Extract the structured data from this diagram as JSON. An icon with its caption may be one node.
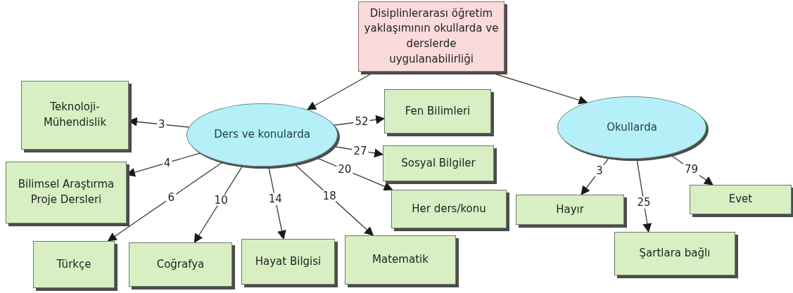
{
  "diagram": {
    "nodes": [
      {
        "text": [
          "Disiplinlerarası öğretim yaklaşımının okullarda ve derslerde  uygulanabilirliği"
        ]
      },
      {
        "text": [
          "Ders ve konularda"
        ]
      },
      {
        "text": [
          "Okullarda"
        ]
      },
      {
        "text": [
          "Teknoloji- Mühendislik"
        ]
      },
      {
        "text": [
          "Bilimsel Araştırma Proje Dersleri"
        ]
      },
      {
        "text": [
          "Türkçe"
        ]
      },
      {
        "text": [
          "Coğrafya"
        ]
      },
      {
        "text": [
          "Hayat Bilgisi"
        ]
      },
      {
        "text": [
          "Matematik"
        ]
      },
      {
        "text": [
          "Fen Bilimleri"
        ]
      },
      {
        "text": [
          "Sosyal Bilgiler"
        ]
      },
      {
        "text": [
          "Her ders/konu"
        ]
      },
      {
        "text": [
          "Hayır"
        ]
      },
      {
        "text": [
          "Evet"
        ]
      },
      {
        "text": [
          "Şartlara bağlı"
        ]
      }
    ],
    "edges": [
      {
        "from": 0,
        "to": 1,
        "arrow": "to"
      },
      {
        "from": 0,
        "to": 2,
        "arrow": "to"
      },
      {
        "from": 1,
        "to": 3,
        "arrow": "to",
        "label": "3"
      },
      {
        "from": 1,
        "to": 4,
        "arrow": "to",
        "label": "4"
      },
      {
        "from": 1,
        "to": 5,
        "arrow": "to",
        "label": "6"
      },
      {
        "from": 1,
        "to": 6,
        "arrow": "to",
        "label": "10"
      },
      {
        "from": 1,
        "to": 7,
        "arrow": "to",
        "label": "14"
      },
      {
        "from": 1,
        "to": 8,
        "arrow": "to",
        "label": "18"
      },
      {
        "from": 1,
        "to": 9,
        "arrow": "to",
        "label": "52"
      },
      {
        "from": 1,
        "to": 10,
        "arrow": "to",
        "label": "27"
      },
      {
        "from": 1,
        "to": 11,
        "arrow": "to",
        "label": "20"
      },
      {
        "from": 2,
        "to": 12,
        "arrow": "to",
        "label": "3"
      },
      {
        "from": 2,
        "to": 14,
        "arrow": "to",
        "label": "25"
      },
      {
        "from": 2,
        "to": 13,
        "arrow": "to",
        "label": "79"
      }
    ]
  }
}
